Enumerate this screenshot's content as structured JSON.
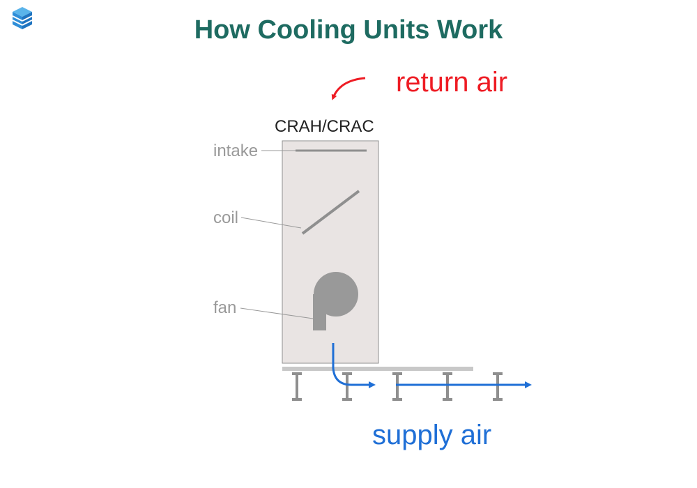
{
  "title": "How Cooling Units Work",
  "unit_label": "CRAH/CRAC",
  "flows": {
    "return_label": "return air",
    "supply_label": "supply air"
  },
  "components": {
    "intake": "intake",
    "coil": "coil",
    "fan": "fan"
  },
  "icons": [
    "logo-cube-icon"
  ],
  "colors": {
    "title": "#1e6b61",
    "return_air": "#ee1c24",
    "supply_air": "#1f6fd6",
    "component_label": "#999999",
    "unit_fill": "#e9e4e3"
  }
}
